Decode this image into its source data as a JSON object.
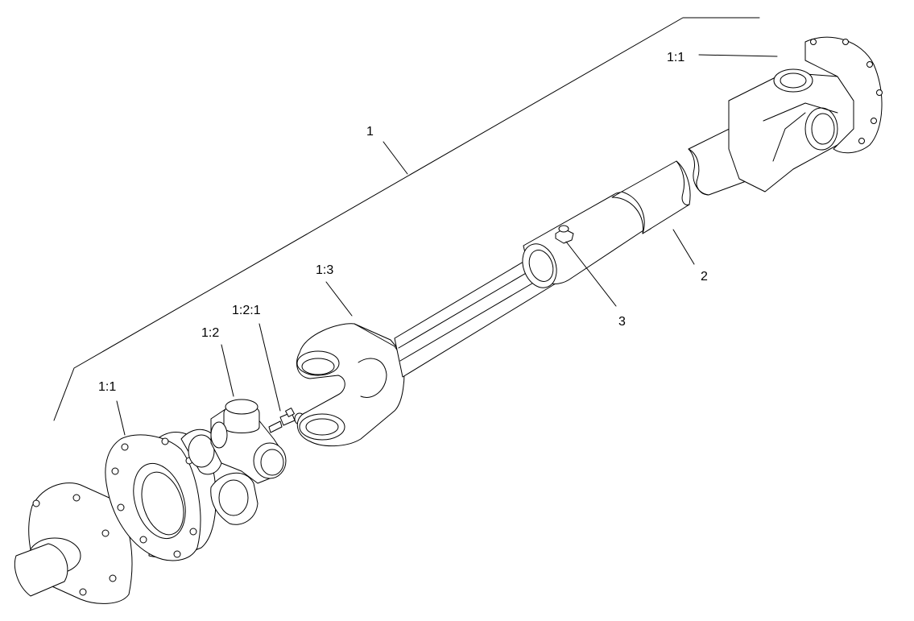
{
  "callouts": {
    "assembly": "1",
    "flange_right": "1:1",
    "flange_left": "1:1",
    "spider_kit": "1:2",
    "grease_fitting_spider": "1:2:1",
    "yoke": "1:3",
    "tube": "2",
    "grease_fitting_slip": "3"
  },
  "colors": {
    "line": "#000000",
    "background": "#ffffff"
  }
}
